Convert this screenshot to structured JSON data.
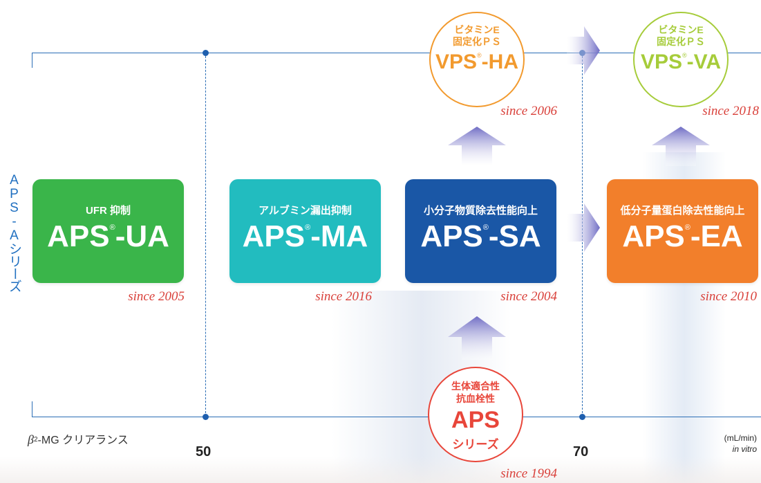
{
  "series_label": "APS-Aシリーズ",
  "axis": {
    "title_beta": "β",
    "title_sub": "2",
    "title_rest": "-MG クリアランス",
    "ticks": [
      "50",
      "70"
    ],
    "unit": "(mL/min)",
    "unit_note": "in vitro"
  },
  "cards": [
    {
      "sub": "UFR 抑制",
      "main": "APS",
      "suffix": "-UA",
      "since": "since 2005",
      "color": "#3ab54a"
    },
    {
      "sub": "アルブミン漏出抑制",
      "main": "APS",
      "suffix": "-MA",
      "since": "since 2016",
      "color": "#22bcbf"
    },
    {
      "sub": "小分子物質除去性能向上",
      "main": "APS",
      "suffix": "-SA",
      "since": "since 2004",
      "color": "#1a57a6"
    },
    {
      "sub": "低分子量蛋白除去性能向上",
      "main": "APS",
      "suffix": "-EA",
      "since": "since 2010",
      "color": "#f27f2b"
    }
  ],
  "reg_mark": "®",
  "circles": [
    {
      "line1": "ビタミンE",
      "line2": "固定化ＰＳ",
      "main": "VPS",
      "suffix": "-HA",
      "since": "since 2006",
      "color": "#f29a2e"
    },
    {
      "line1": "ビタミンE",
      "line2": "固定化ＰＳ",
      "main": "VPS",
      "suffix": "-VA",
      "since": "since 2018",
      "color": "#a6cc3a"
    },
    {
      "line1": "生体適合性",
      "line2": "抗血栓性",
      "main": "APS",
      "sub_main": "シリーズ",
      "since": "since 1994",
      "color": "#e8463a"
    }
  ],
  "colors": {
    "axis": "#2a6db5",
    "arrow": "#7b79c9",
    "since": "#d9403a"
  }
}
